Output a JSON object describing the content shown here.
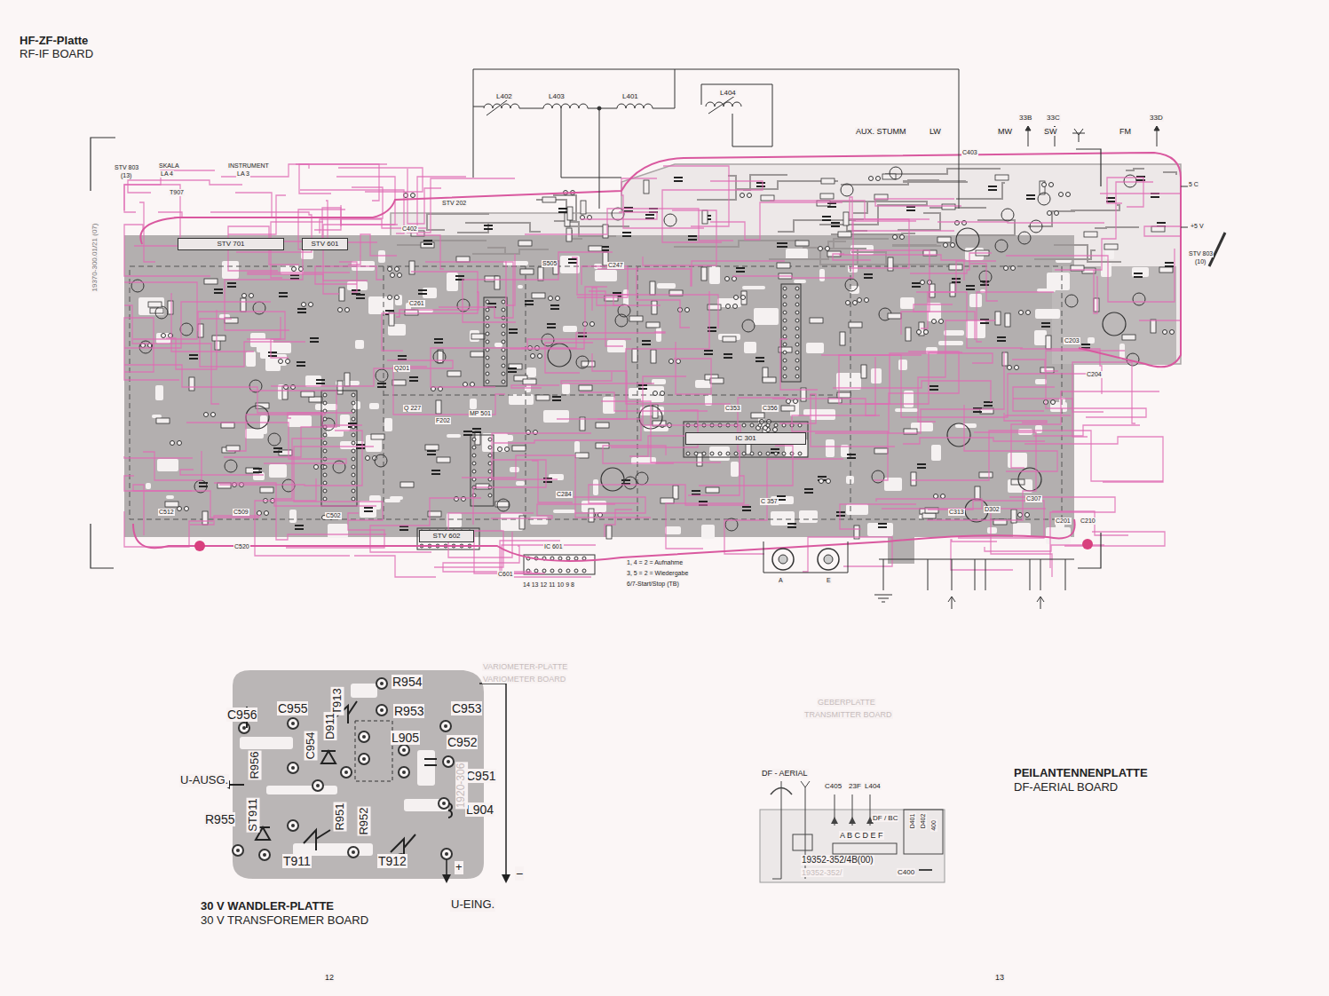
{
  "diagram": {
    "nodes": [
      {
        "text": [
          "HF-ZF-Platte",
          "RF-IF BOARD"
        ]
      },
      {
        "text": [
          "30 V WANDLER-PLATTE",
          "30 V TRANSFOREMER BOARD"
        ]
      },
      {
        "text": [
          "PEILANTENNENPLATTE",
          "DF-AERIAL BOARD"
        ]
      },
      {
        "text": [
          "STV 701"
        ],
        "in": 0
      },
      {
        "text": [
          "STV 601"
        ],
        "in": 0
      },
      {
        "text": [
          "STV 602"
        ],
        "in": 0
      },
      {
        "text": [
          "IC 301"
        ],
        "in": 0
      }
    ],
    "labels": [
      "L402",
      "L403",
      "L401",
      "L404",
      "AUX. STUMM",
      "LW",
      "MW",
      "SW",
      "FM",
      "33B",
      "33C",
      "33D",
      "STV 803",
      "(13)",
      "SKALA",
      "LA 4",
      "INSTRUMENT",
      "LA 3",
      "T907",
      "STV 202",
      "C402",
      "C247",
      "S505",
      "STV 803",
      "(10)",
      "5 C",
      "+5 V",
      "C403",
      "C204",
      "C203",
      "19370-300.01/21 (07)",
      "C261",
      "Q201",
      "Q 227",
      "F202",
      "MP 501",
      "C502",
      "C512",
      "C509",
      "C 357",
      "C353",
      "C356",
      "C307",
      "C313",
      "D302",
      "C284",
      "C520",
      "C601",
      "C201",
      "C210",
      "A",
      "E",
      "1, 4 = 2 = Aufnahme",
      "3, 5 = 2 = Wiedergabe",
      "6/7-Start/Stop (TB)",
      "14 13 12 11 10 9 8",
      "IC 601",
      "VARIOMETER-PLATTE",
      "VARIOMETER BOARD",
      "GEBERPLATTE",
      "TRANSMITTER BOARD",
      "C956",
      "C955",
      "R954",
      "T913",
      "R953",
      "C953",
      "C954",
      "D911",
      "L905",
      "C952",
      "C951",
      "R956",
      "U-AUSG.",
      "R955",
      "ST911",
      "R951",
      "R952",
      "L904",
      "T911",
      "T912",
      "+",
      "−",
      "U-EING.",
      "1920-306",
      "DF - AERIAL",
      "C405",
      "23F",
      "L404",
      "DF / BC",
      "A B C D E F",
      "19352-352/4B(00)",
      "19352-352/",
      "C400",
      "D401",
      "D402",
      "400",
      "12",
      "13"
    ]
  }
}
